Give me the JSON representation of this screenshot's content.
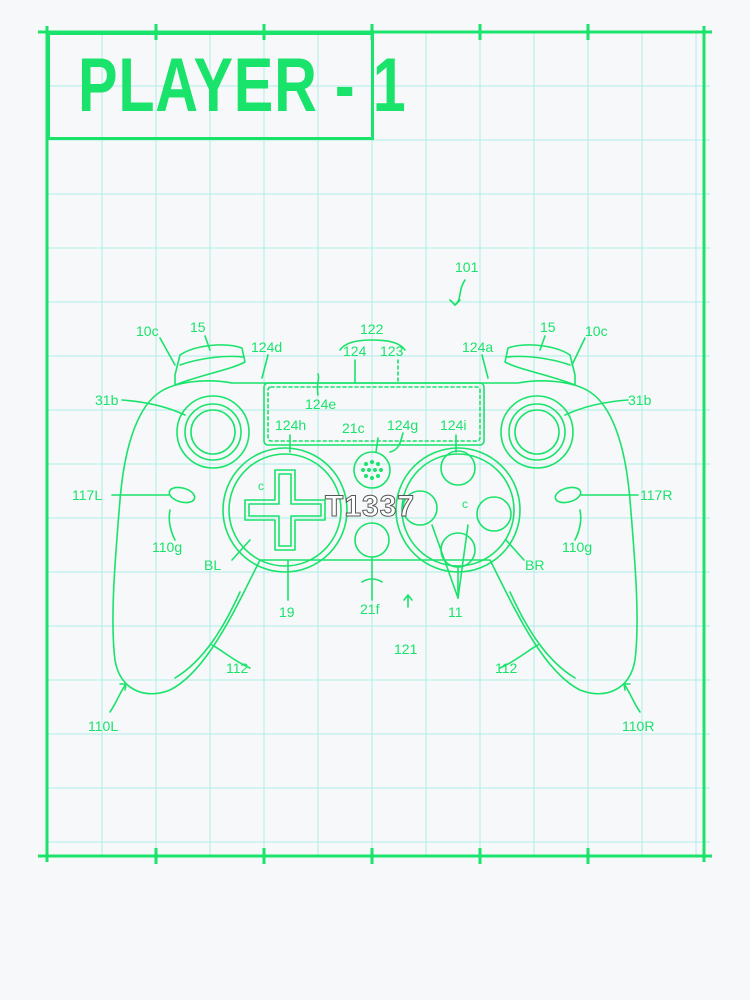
{
  "title": "PLAYER - 1",
  "watermark": "T1337",
  "colors": {
    "line": "#19e36a",
    "grid": "#aeeee8",
    "background": "#f6f8f9"
  },
  "labels": {
    "l101": "101",
    "l122": "122",
    "l124": "124",
    "l123": "123",
    "l15_left": "15",
    "l15_right": "15",
    "l10c_left": "10c",
    "l10c_right": "10c",
    "l124d": "124d",
    "l124a": "124a",
    "l124e": "124e",
    "l31b_left": "31b",
    "l31b_right": "31b",
    "l124h": "124h",
    "l21c": "21c",
    "l124g": "124g",
    "l124i": "124i",
    "l117L": "117L",
    "l117R": "117R",
    "lc_left": "c",
    "lc_right": "c",
    "l110g_left": "110g",
    "l110g_right": "110g",
    "lBL": "BL",
    "lBR": "BR",
    "l19": "19",
    "l21f": "21f",
    "l11": "11",
    "l121": "121",
    "l112_left": "112",
    "l112_right": "112",
    "l110L": "110L",
    "l110R": "110R"
  }
}
